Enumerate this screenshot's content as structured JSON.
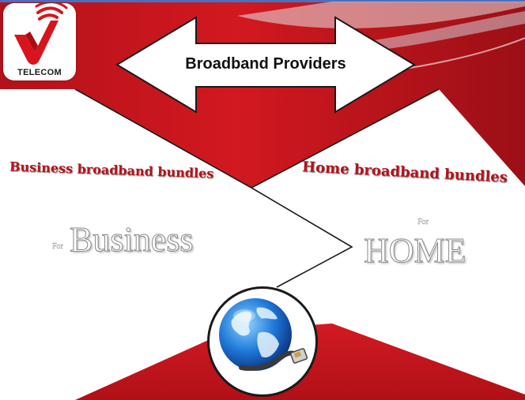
{
  "logo": {
    "brand_text": "TELECOM",
    "icon": "v-telecom-logo-icon",
    "colors": {
      "red": "#d8141c",
      "black": "#1a1a1a"
    }
  },
  "banner": {
    "title": "Broadband Providers",
    "icon": "double-arrow-icon"
  },
  "sections": {
    "business": {
      "heading": "Business broadband bundles",
      "for_label": "For",
      "big_label": "Business"
    },
    "home": {
      "heading": "Home broadband bundles",
      "for_label": "For",
      "big_label": "HOME"
    }
  },
  "center_image": {
    "icon": "globe-with-network-cable-icon"
  },
  "colors": {
    "accent_red": "#c8141c",
    "dark_red": "#8e0e14",
    "heading_red": "#b5121b",
    "line": "#1a1a1a"
  }
}
